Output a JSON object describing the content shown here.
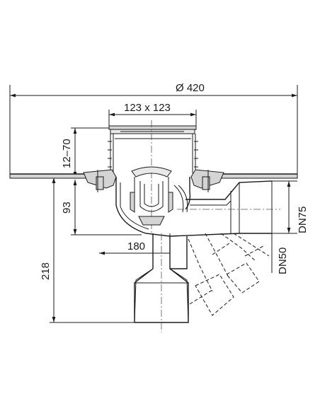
{
  "dimensions": {
    "diameter": "Ø 420",
    "grate_size": "123 x 123",
    "height_adjust": "12–70",
    "depth_outlet": "93",
    "total_height": "218",
    "outlet_offset": "180",
    "outlet_horizontal": "DN75",
    "outlet_vertical": "DN50"
  },
  "colors": {
    "line": "#1a1a1a",
    "fill_gray": "#d4d4d4",
    "fill_light": "#e8e8e8"
  }
}
